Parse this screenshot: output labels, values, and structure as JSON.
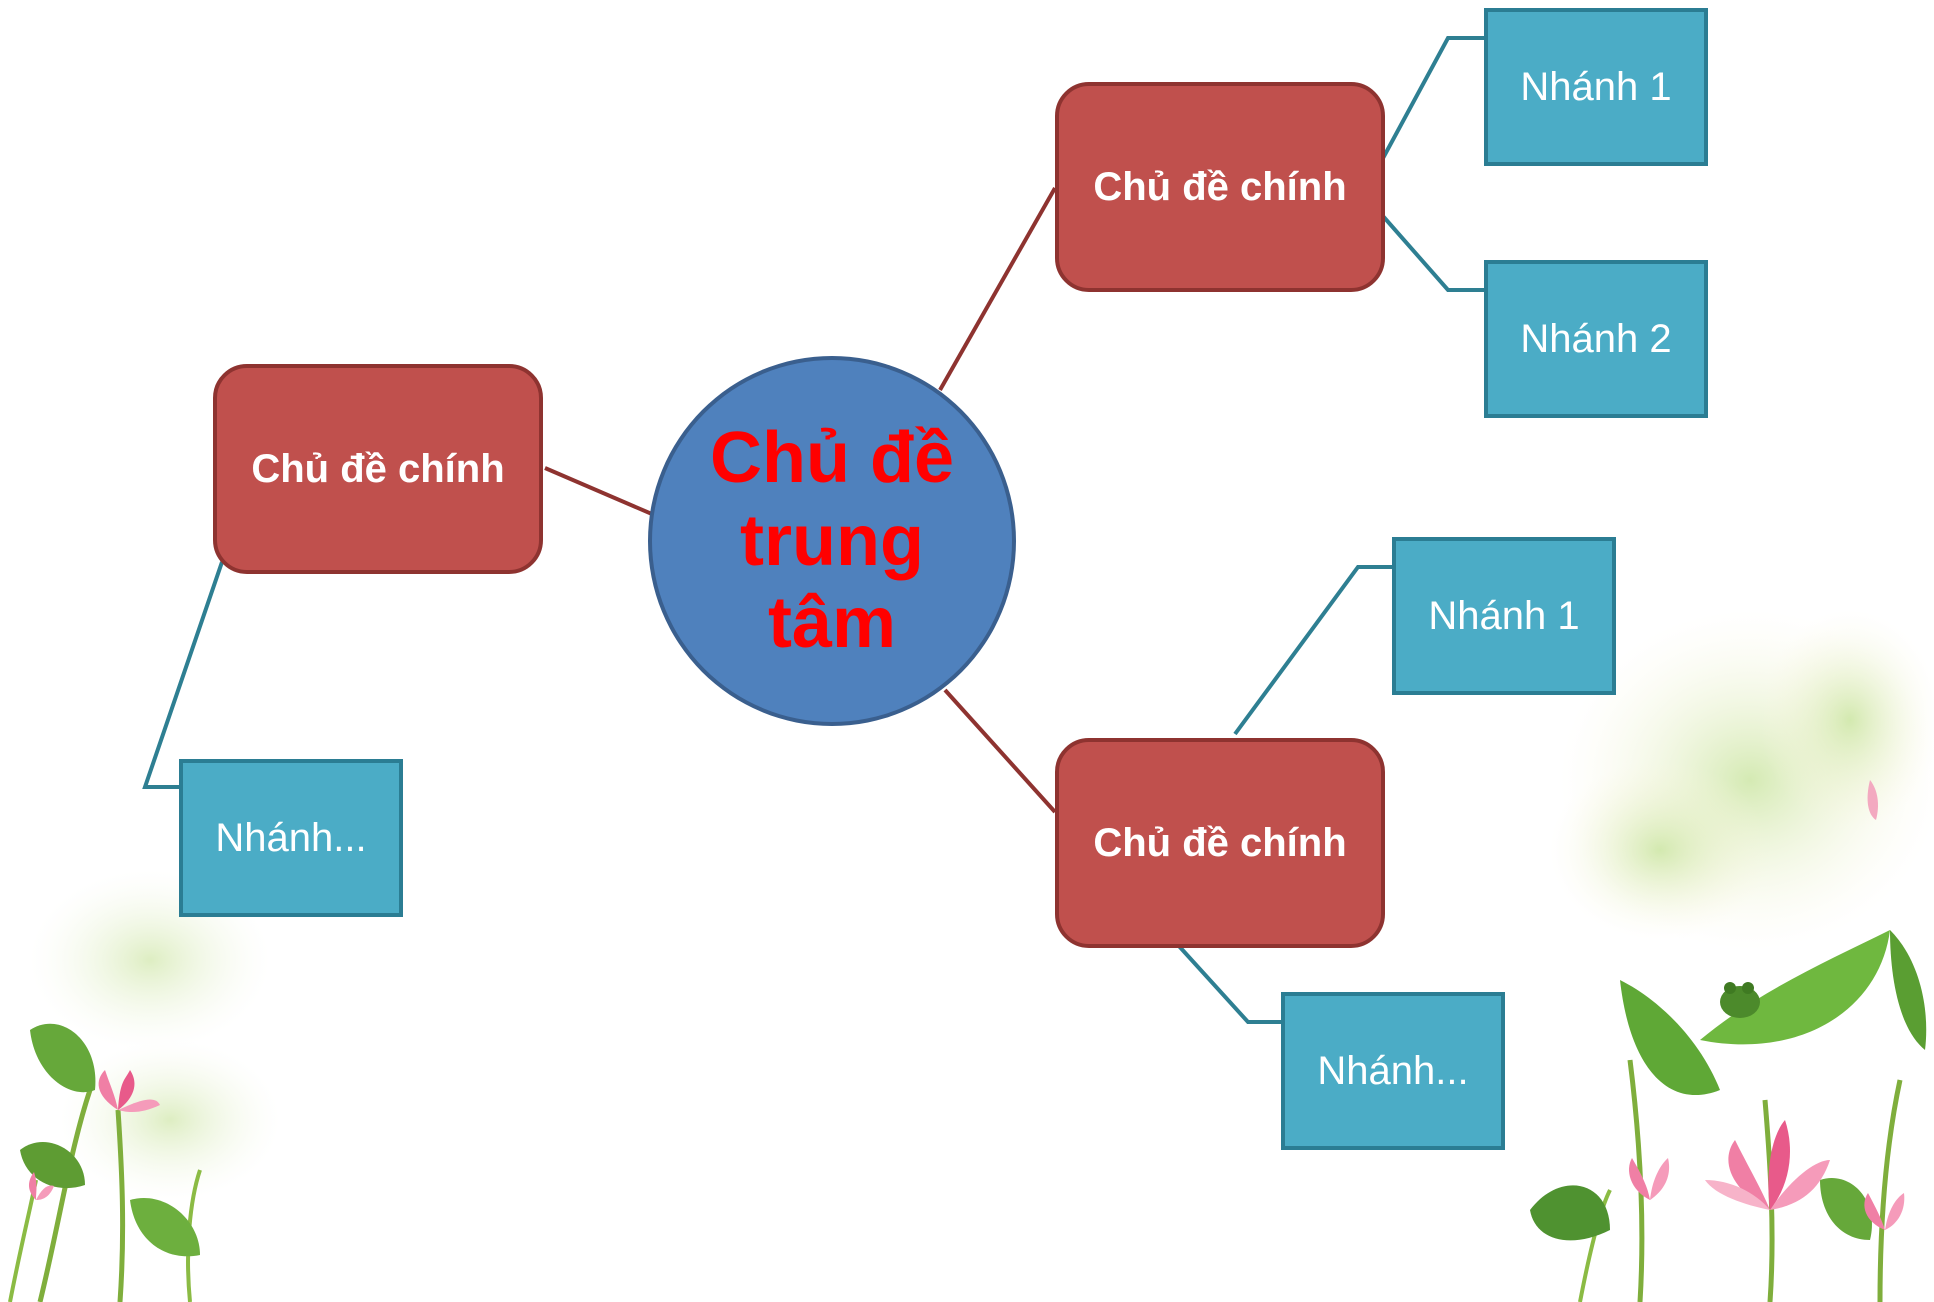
{
  "central": {
    "label": "Chủ đề trung tâm"
  },
  "topics": [
    {
      "label": "Chủ đề chính"
    },
    {
      "label": "Chủ đề chính"
    },
    {
      "label": "Chủ đề chính"
    }
  ],
  "branches": [
    {
      "label": "Nhánh 1"
    },
    {
      "label": "Nhánh 2"
    },
    {
      "label": "Nhánh 1"
    },
    {
      "label": "Nhánh..."
    },
    {
      "label": "Nhánh..."
    }
  ],
  "colors": {
    "central_fill": "#4f81bd",
    "central_text": "#ff0000",
    "topic_fill": "#c0504d",
    "branch_fill": "#4bacc6",
    "topic_connector": "#8e3330",
    "branch_connector": "#2e7f92"
  },
  "decorations": [
    "lotus-flowers-left",
    "lotus-flowers-right",
    "frog-icon"
  ]
}
